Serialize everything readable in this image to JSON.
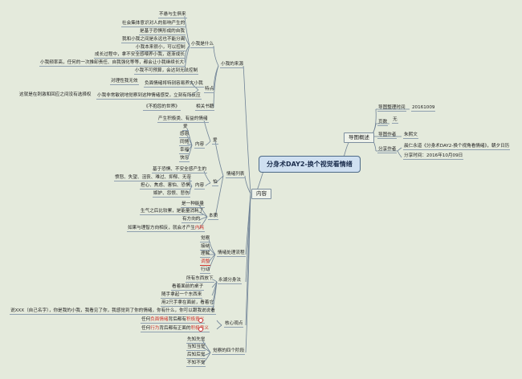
{
  "central": "分身术DAY2-换个视觉看情绪",
  "overview": {
    "label": "导图概述",
    "items": [
      {
        "label": "导图整理时间",
        "value": "20161009"
      },
      {
        "label": "页数",
        "value": "无"
      },
      {
        "label": "导图作者",
        "value": "朱熙文"
      },
      {
        "label": "分享作者",
        "value": "晨仁永道《分身术DAY2-换个视角看情绪》，朝夕日历",
        "date": "分享时间：2016年10月09日"
      }
    ]
  },
  "content": {
    "label": "内容",
    "small_me_source": {
      "label": "小我的来源",
      "what": {
        "label": "小我是什么",
        "items": [
          "不悬与生俱来",
          "社会集体意识对人的影响产生的",
          "是基于恐惧形成的自我",
          "我和小我之间是永远也不能分离",
          "小我本来很小，可以控制",
          "成长过程中，拿不安全感喂养小我，逐渐成长",
          "小我频率高，任何的一次推卸责任、自我强化等等，都会让小我继续长大",
          "小我不可预算，会达到无法控制"
        ]
      },
      "features": {
        "label": "特点",
        "items": [
          "对理性我无效",
          "负面情绪将特别容易养大小我",
          "这就是在刺激和回应之间没有选择权",
          "小我非常敏锐地觉察到这种情绪感受，立刻有所反应"
        ]
      },
      "books": {
        "label": "相关书籍",
        "items": [
          "《不抱怨的世界》"
        ]
      }
    },
    "emotion_list": {
      "label": "情绪列表",
      "love": {
        "label": "爱",
        "content_label": "内容",
        "items": [
          "产生积极类、有益的情绪",
          "爱",
          "感恩",
          "同情",
          "幸福",
          "快乐"
        ]
      },
      "fear": {
        "label": "怕",
        "content_label": "内容",
        "items": [
          "基于恐惧、不安全感产生的",
          "愤怒、失望、沮丧、难过、抑郁、无奈",
          "担心、焦虑、害怕、恐惧",
          "嫉妒、怨恨、悲伤"
        ]
      },
      "essence": {
        "label": "本质",
        "items": [
          "是一种能量",
          "生气之后比较累，是能量消耗了",
          "有方向的",
          "如果与理智方向相反，就会才产生",
          "内耗"
        ]
      }
    },
    "process": {
      "label": "情绪处理流程",
      "items": [
        "觉察",
        "接纳",
        "理解",
        "调整",
        "行动"
      ]
    },
    "method": {
      "label": "永湖分身法",
      "items": [
        "所有东西放下",
        "看着面前的桌子",
        "随手拿起一个东西来",
        "用2只手拿在面前，看着它",
        "说XXX（自己名字），你是我的小我，我看见了你，我感觉到了你的情绪，你有什么，你可以跟我说说看"
      ]
    },
    "core": {
      "label": "核心观点",
      "items": [
        {
          "prefix": "任何",
          "hl": "负面情绪",
          "mid": "背后都有",
          "hl2": "积极意义"
        },
        {
          "prefix": "任何",
          "hl": "行为",
          "mid": "背后都有正面的",
          "hl2": "积极意义"
        }
      ]
    },
    "stages": {
      "label": "觉察的四个阶段",
      "items": [
        "先知先觉",
        "当知当觉",
        "后知后觉",
        "不知不觉"
      ]
    }
  }
}
